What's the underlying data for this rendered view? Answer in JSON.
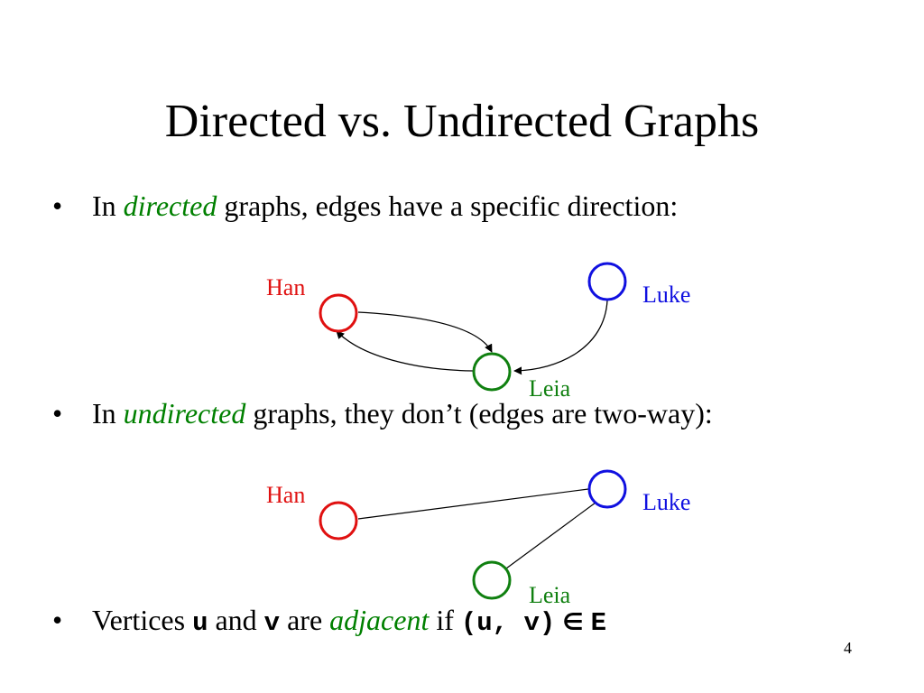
{
  "slide": {
    "title": "Directed vs. Undirected Graphs",
    "page_number": "4"
  },
  "bullets": {
    "directed": {
      "marker": "•",
      "prefix": "In ",
      "emphasis": "directed",
      "suffix": " graphs, edges have a specific direction:"
    },
    "undirected": {
      "marker": "•",
      "prefix": "In ",
      "emphasis": "undirected",
      "suffix": " graphs, they don’t (edges are two-way):"
    },
    "adjacent": {
      "marker": "•",
      "part1": "Vertices ",
      "u": "u",
      "part2": " and ",
      "v": "v",
      "part3": " are ",
      "emphasis": "adjacent",
      "part4": " if ",
      "pair": "(u, v)",
      "element_of": "∈",
      "set": "E"
    }
  },
  "directed_graph": {
    "nodes": {
      "han": {
        "label": "Han",
        "color": "#e01010"
      },
      "luke": {
        "label": "Luke",
        "color": "#1010e0"
      },
      "leia": {
        "label": "Leia",
        "color": "#108010"
      }
    },
    "edges": [
      {
        "from": "Han",
        "to": "Leia",
        "directed": true
      },
      {
        "from": "Leia",
        "to": "Han",
        "directed": true
      },
      {
        "from": "Luke",
        "to": "Leia",
        "directed": true
      }
    ]
  },
  "undirected_graph": {
    "nodes": {
      "han": {
        "label": "Han",
        "color": "#e01010"
      },
      "luke": {
        "label": "Luke",
        "color": "#1010e0"
      },
      "leia": {
        "label": "Leia",
        "color": "#108010"
      }
    },
    "edges": [
      {
        "from": "Han",
        "to": "Luke",
        "directed": false
      },
      {
        "from": "Luke",
        "to": "Leia",
        "directed": false
      }
    ]
  }
}
